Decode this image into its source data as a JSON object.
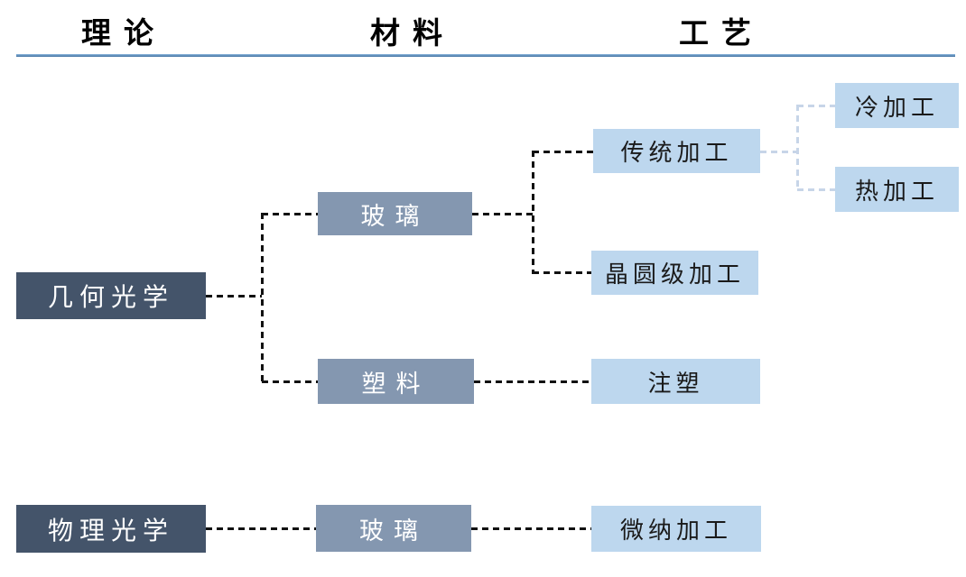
{
  "columns": [
    {
      "id": "theory",
      "label": "理论"
    },
    {
      "id": "material",
      "label": "材料"
    },
    {
      "id": "process",
      "label": "工艺"
    }
  ],
  "nodes": [
    {
      "id": "geometric-optics",
      "label": "几何光学",
      "column": "理论"
    },
    {
      "id": "physical-optics",
      "label": "物理光学",
      "column": "理论"
    },
    {
      "id": "glass-geometric",
      "label": "玻璃",
      "column": "材料"
    },
    {
      "id": "plastic",
      "label": "塑料",
      "column": "材料"
    },
    {
      "id": "glass-physical",
      "label": "玻璃",
      "column": "材料"
    },
    {
      "id": "traditional-processing",
      "label": "传统加工",
      "column": "工艺"
    },
    {
      "id": "wafer-level-processing",
      "label": "晶圆级加工",
      "column": "工艺"
    },
    {
      "id": "injection-molding",
      "label": "注塑",
      "column": "工艺"
    },
    {
      "id": "micro-nano-processing",
      "label": "微纳加工",
      "column": "工艺"
    },
    {
      "id": "cold-processing",
      "label": "冷加工",
      "column": "工艺"
    },
    {
      "id": "hot-processing",
      "label": "热加工",
      "column": "工艺"
    }
  ],
  "edges": [
    {
      "from": "几何光学",
      "to": "玻璃",
      "style": "dark"
    },
    {
      "from": "几何光学",
      "to": "塑料",
      "style": "dark"
    },
    {
      "from": "玻璃",
      "to": "传统加工",
      "style": "dark"
    },
    {
      "from": "玻璃",
      "to": "晶圆级加工",
      "style": "dark"
    },
    {
      "from": "塑料",
      "to": "注塑",
      "style": "dark"
    },
    {
      "from": "传统加工",
      "to": "冷加工",
      "style": "light"
    },
    {
      "from": "传统加工",
      "to": "热加工",
      "style": "light"
    },
    {
      "from": "物理光学",
      "to": "玻璃",
      "style": "dark"
    },
    {
      "from": "玻璃",
      "to": "微纳加工",
      "style": "dark"
    }
  ],
  "colors": {
    "level1": "#44546A",
    "level2": "#8497B0",
    "level3": "#BDD7EE",
    "connector_dark": "#111111",
    "connector_light": "#C7D5E8",
    "rule_dark": "#3D6E9E",
    "rule_light": "#8FB8DF",
    "text_on_dark": "#FFFFFF",
    "text_on_light": "#1A1A1A"
  }
}
